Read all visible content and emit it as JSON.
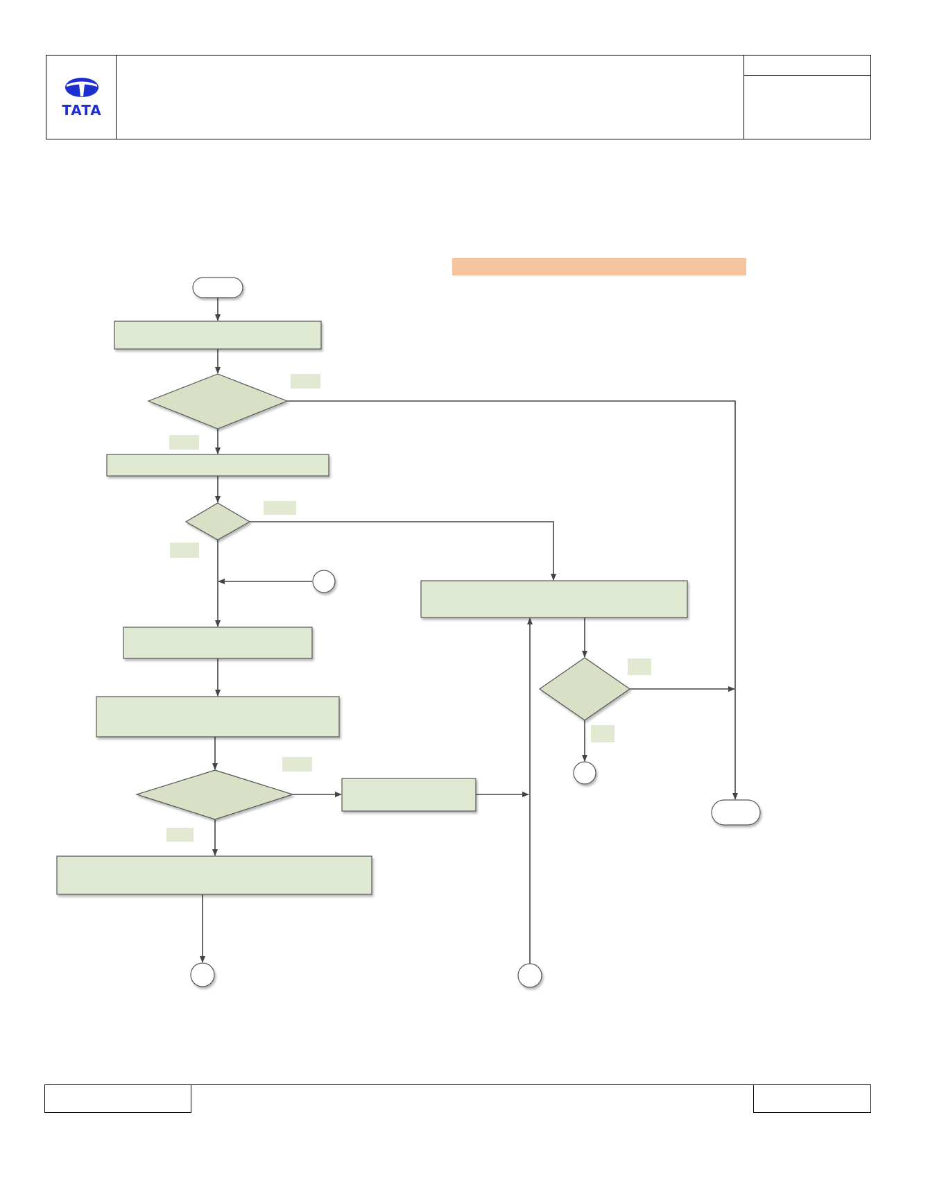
{
  "header": {
    "logo": {
      "text": "TATA",
      "color": "#1d2fcf",
      "icon": "tata-logo-icon"
    },
    "title": "",
    "doc_no": "",
    "revision": ""
  },
  "footer": {
    "left": "",
    "center": "",
    "right": ""
  },
  "colors": {
    "process_fill": "#dfe8d1",
    "decision_fill": "#d8e1c5",
    "shape_stroke": "#555555",
    "connector": "#444444",
    "banner": "#f6c49c",
    "label_fill": "#e2e9d3",
    "terminator_fill": "#ffffff"
  },
  "diagram": {
    "banner": {
      "text": ""
    },
    "nodes": [
      {
        "id": "start",
        "type": "terminator",
        "text": ""
      },
      {
        "id": "p1",
        "type": "process",
        "text": ""
      },
      {
        "id": "d1",
        "type": "decision",
        "text": ""
      },
      {
        "id": "p2",
        "type": "process",
        "text": ""
      },
      {
        "id": "d2",
        "type": "decision",
        "text": ""
      },
      {
        "id": "c1",
        "type": "connector",
        "text": ""
      },
      {
        "id": "p3",
        "type": "process",
        "text": ""
      },
      {
        "id": "p4",
        "type": "process",
        "text": ""
      },
      {
        "id": "d3",
        "type": "decision",
        "text": ""
      },
      {
        "id": "p5",
        "type": "process",
        "text": ""
      },
      {
        "id": "p6",
        "type": "process",
        "text": ""
      },
      {
        "id": "c2",
        "type": "connector",
        "text": ""
      },
      {
        "id": "c3",
        "type": "connector",
        "text": ""
      },
      {
        "id": "p7",
        "type": "process",
        "text": ""
      },
      {
        "id": "d4",
        "type": "decision",
        "text": ""
      },
      {
        "id": "c4",
        "type": "connector",
        "text": ""
      },
      {
        "id": "end",
        "type": "terminator",
        "text": ""
      }
    ],
    "edge_labels": [
      {
        "id": "l1",
        "text": ""
      },
      {
        "id": "l2",
        "text": ""
      },
      {
        "id": "l3",
        "text": ""
      },
      {
        "id": "l4",
        "text": ""
      },
      {
        "id": "l5",
        "text": ""
      },
      {
        "id": "l6",
        "text": ""
      },
      {
        "id": "l7",
        "text": ""
      },
      {
        "id": "l8",
        "text": ""
      }
    ]
  }
}
